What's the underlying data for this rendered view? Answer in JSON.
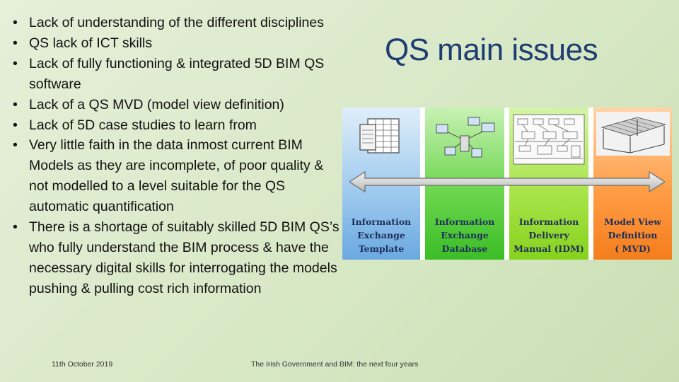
{
  "bullets": [
    "Lack of understanding of the different disciplines",
    "QS lack of ICT skills",
    "Lack of fully functioning & integrated 5D BIM QS software",
    "Lack of a QS MVD (model view definition)",
    "Lack of 5D case studies to learn from",
    "Very little faith in the data inmost current BIM Models as they are incomplete, of poor quality & not modelled to a level suitable for the QS automatic quantification",
    "There is a shortage of suitably skilled 5D BIM QS’s who fully understand the BIM process & have the necessary digital skills for interrogating the models pushing & pulling cost rich information"
  ],
  "title": "QS main issues",
  "diagram": {
    "panels": [
      {
        "label": "Information\nExchange\nTemplate",
        "color": "#8cc1ec"
      },
      {
        "label": "Information\nExchange\nDatabase",
        "color": "#5fd241"
      },
      {
        "label": "Information\nDelivery\nManual (IDM)",
        "color": "#9ddf3a"
      },
      {
        "label": "Model View\nDefinition\n( MVD)",
        "color": "#ff9a3c"
      }
    ],
    "icons": [
      "spreadsheet-icon",
      "computer-network-icon",
      "process-flowchart-icon",
      "building-model-icon",
      "double-headed-arrow-icon"
    ]
  },
  "footer": {
    "date": "11th October 2019",
    "title": "The Irish Government and BIM: the next four years"
  }
}
